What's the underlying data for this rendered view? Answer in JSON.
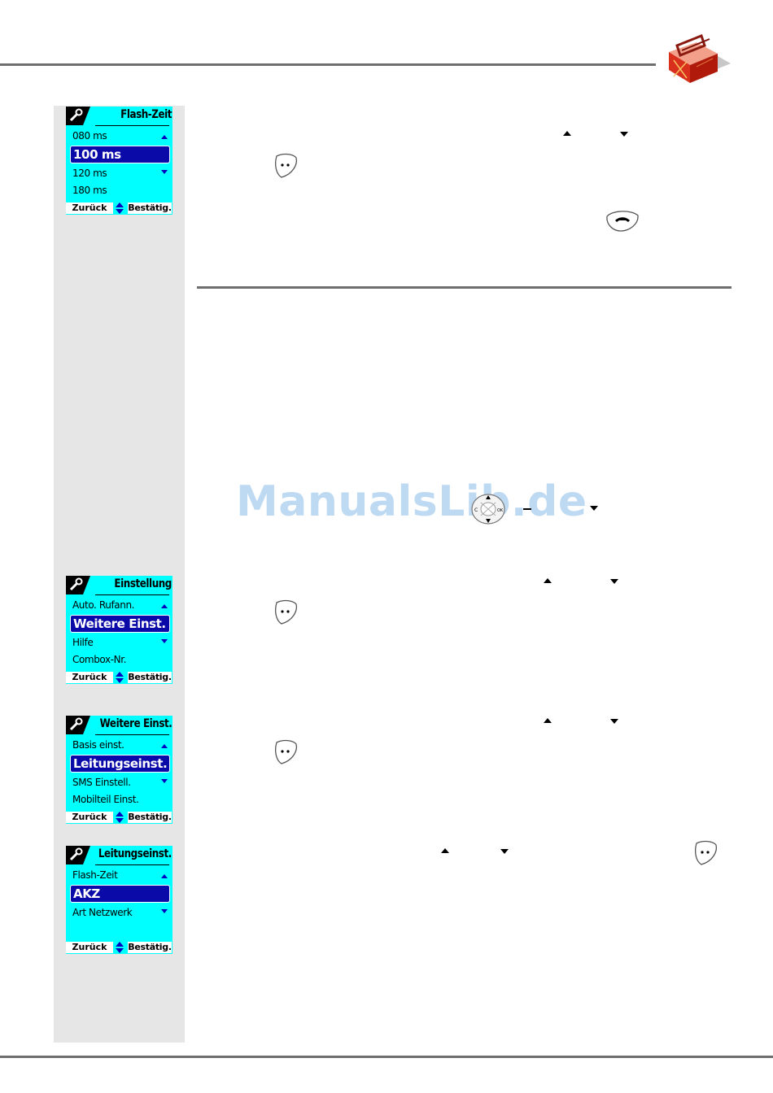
{
  "screens": [
    {
      "title": "Flash-Zeit",
      "item_above": "080 ms",
      "selected": "100 ms",
      "items_below": [
        "120 ms",
        "180 ms"
      ],
      "softkey_left": "Zurück",
      "softkey_right": "Bestätig."
    },
    {
      "title": "Einstellung",
      "item_above": "Auto. Rufann.",
      "selected": "Weitere Einst.",
      "items_below": [
        "Hilfe",
        "Combox-Nr."
      ],
      "softkey_left": "Zurück",
      "softkey_right": "Bestätig."
    },
    {
      "title": "Weitere Einst.",
      "item_above": "Basis einst.",
      "selected": "Leitungseinst.",
      "items_below": [
        "SMS Einstell.",
        "Mobilteil Einst."
      ],
      "softkey_left": "Zurück",
      "softkey_right": "Bestätig."
    },
    {
      "title": "Leitungseinst.",
      "item_above": "Flash-Zeit",
      "selected": "AKZ",
      "items_below": [
        "Art Netzwerk",
        ""
      ],
      "softkey_left": "Zurück",
      "softkey_right": "Bestätig."
    }
  ],
  "navpad": {
    "label_c": "C",
    "label_ok": "OK"
  },
  "watermark": "ManualsLib.de",
  "icons": {
    "header": "red-toolbox-icon",
    "screen": "wrench-icon",
    "confirm": "dots-softkey-icon",
    "hangup": "hang-up-key-icon",
    "navigation": "navigation-pad-icon"
  }
}
